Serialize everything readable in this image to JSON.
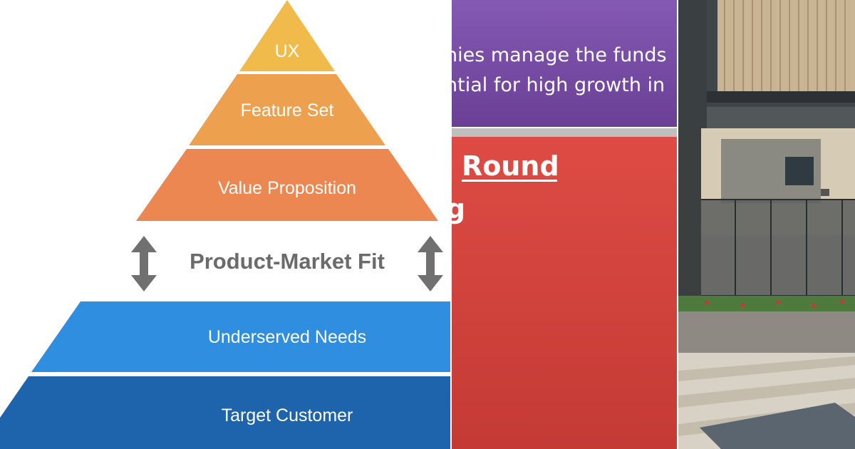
{
  "pyramid": {
    "levels": [
      {
        "label": "UX",
        "color": "#f0bb4a"
      },
      {
        "label": "Feature Set",
        "color": "#eda04e"
      },
      {
        "label": "Value Proposition",
        "color": "#ec8751"
      },
      {
        "label": "Underserved Needs",
        "color": "#2f8ee0"
      },
      {
        "label": "Target Customer",
        "color": "#1e64ad"
      }
    ],
    "fit_label": "Product-Market Fit",
    "arrow_color": "#707070"
  },
  "slide": {
    "line1": "nies manage the funds",
    "line2": "ntial for high growth in",
    "heading": "Round",
    "fragment": "g",
    "top_color": "#7b4fa6",
    "bottom_color": "#d9453f"
  },
  "photo": {
    "description_icon": "office-interior-photo"
  }
}
